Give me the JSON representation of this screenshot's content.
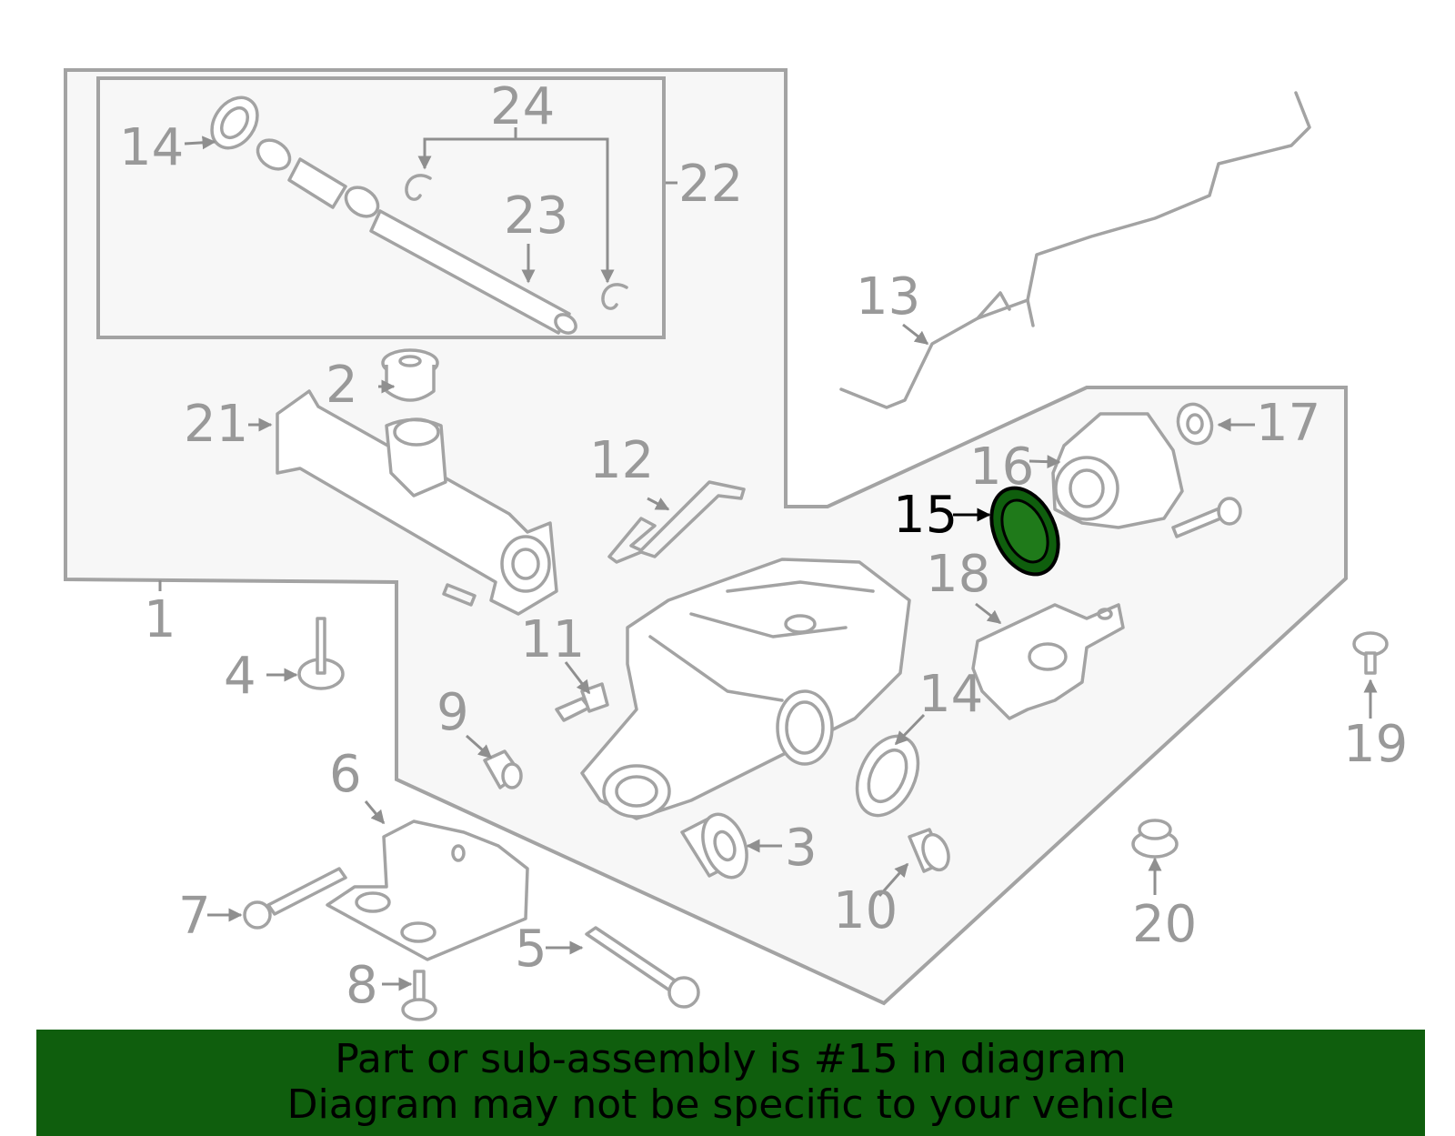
{
  "callouts": {
    "c1": "1",
    "c2": "2",
    "c3": "3",
    "c4": "4",
    "c5": "5",
    "c6": "6",
    "c7": "7",
    "c8": "8",
    "c9": "9",
    "c10": "10",
    "c11": "11",
    "c12": "12",
    "c13": "13",
    "c14a": "14",
    "c14b": "14",
    "c15": "15",
    "c16": "16",
    "c17": "17",
    "c18": "18",
    "c19": "19",
    "c20": "20",
    "c21": "21",
    "c22": "22",
    "c23": "23",
    "c24": "24"
  },
  "highlight": {
    "part_number": "15",
    "color": "#0f5e0d"
  },
  "banner": {
    "line1": "Part or sub-assembly is #15 in diagram",
    "line2": "Diagram may not be specific to your vehicle",
    "background": "#0f5e0d"
  }
}
